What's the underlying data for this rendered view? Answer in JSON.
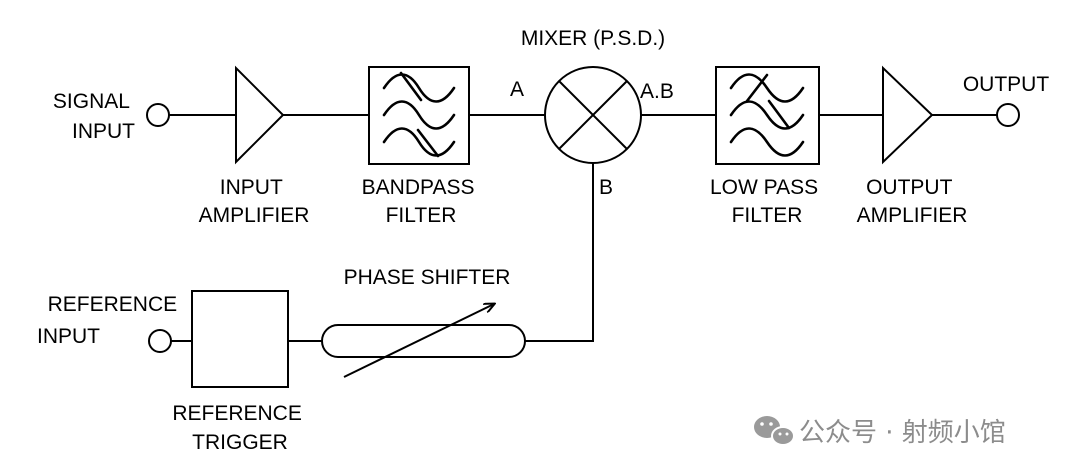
{
  "labels": {
    "signal_input": [
      "SIGNAL",
      "INPUT"
    ],
    "input_amplifier": [
      "INPUT",
      "AMPLIFIER"
    ],
    "bandpass_filter": [
      "BANDPASS",
      "FILTER"
    ],
    "mixer": "MIXER (P.S.D.)",
    "port_a": "A",
    "port_ab": "A.B",
    "port_b": "B",
    "low_pass_filter": [
      "LOW PASS",
      "FILTER"
    ],
    "output_amplifier": [
      "OUTPUT",
      "AMPLIFIER"
    ],
    "output": "OUTPUT",
    "reference_input": [
      "REFERENCE",
      "INPUT"
    ],
    "phase_shifter": "PHASE SHIFTER",
    "reference_trigger": [
      "REFERENCE",
      "TRIGGER"
    ]
  },
  "watermark": {
    "text": "公众号 · 射频小馆",
    "color": "#8c8c8c",
    "icon": "wechat-icon"
  }
}
